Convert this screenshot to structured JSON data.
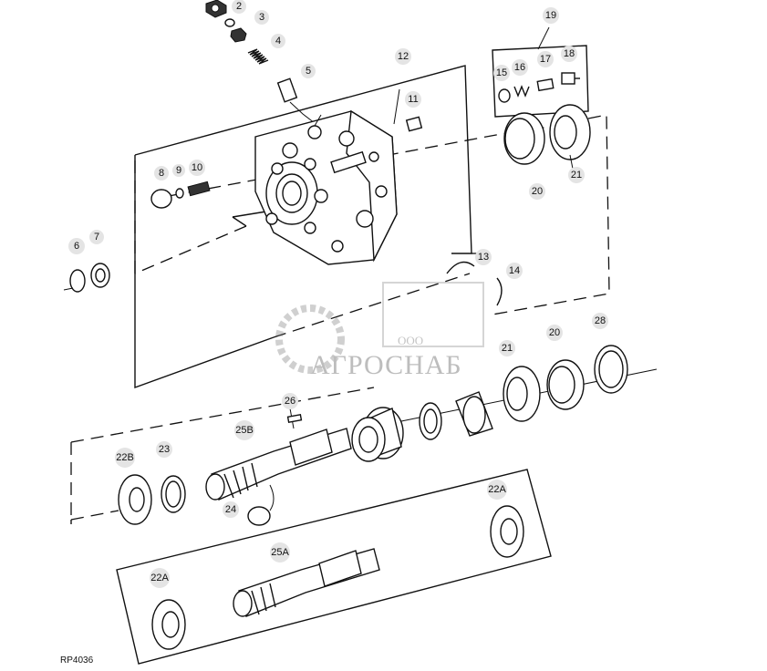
{
  "diagram": {
    "figure_code": "RP4036",
    "watermark": {
      "prefix": "ООО",
      "name": "АГРОСНАБ"
    },
    "parts": [
      "2",
      "3",
      "4",
      "5",
      "6",
      "7",
      "8",
      "9",
      "10",
      "11",
      "12",
      "13",
      "14",
      "15",
      "16",
      "17",
      "18",
      "19",
      "20",
      "21",
      "20",
      "21",
      "22A",
      "22A",
      "22B",
      "23",
      "24",
      "25A",
      "25B",
      "26",
      "28"
    ]
  }
}
